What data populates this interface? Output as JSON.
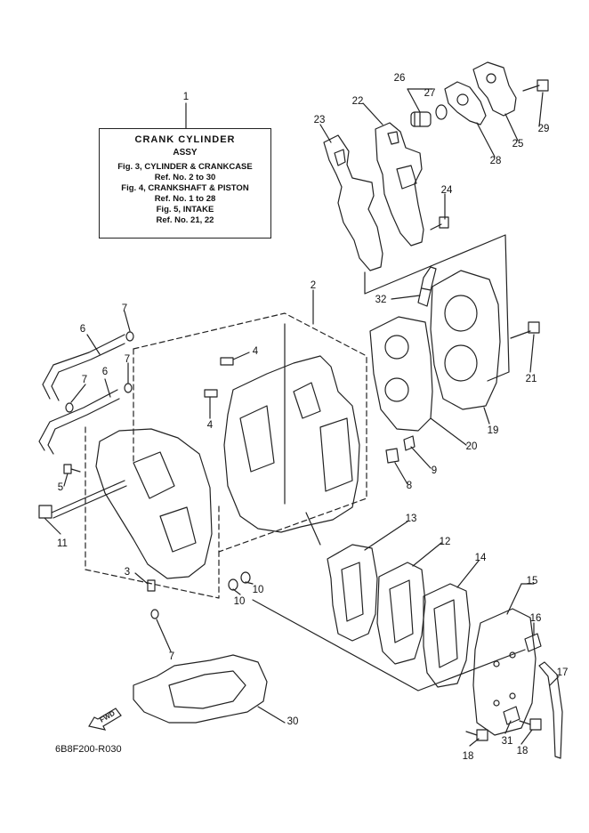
{
  "ref_box": {
    "number": "1",
    "title": "CRANK  CYLINDER",
    "subtitle": "ASSY",
    "lines": [
      "Fig. 3, CYLINDER & CRANKCASE",
      "Ref. No. 2 to 30",
      "Fig. 4, CRANKSHAFT & PISTON",
      "Ref. No. 1 to 28",
      "Fig. 5, INTAKE",
      "Ref. No. 21, 22"
    ]
  },
  "callouts": [
    {
      "id": "c1",
      "label": "1"
    },
    {
      "id": "c2",
      "label": "2"
    },
    {
      "id": "c3",
      "label": "3"
    },
    {
      "id": "c4a",
      "label": "4"
    },
    {
      "id": "c4b",
      "label": "4"
    },
    {
      "id": "c5",
      "label": "5"
    },
    {
      "id": "c6a",
      "label": "6"
    },
    {
      "id": "c6b",
      "label": "6"
    },
    {
      "id": "c7a",
      "label": "7"
    },
    {
      "id": "c7b",
      "label": "7"
    },
    {
      "id": "c7c",
      "label": "7"
    },
    {
      "id": "c7d",
      "label": "7"
    },
    {
      "id": "c8",
      "label": "8"
    },
    {
      "id": "c9",
      "label": "9"
    },
    {
      "id": "c10a",
      "label": "10"
    },
    {
      "id": "c10b",
      "label": "10"
    },
    {
      "id": "c11",
      "label": "11"
    },
    {
      "id": "c12",
      "label": "12"
    },
    {
      "id": "c13",
      "label": "13"
    },
    {
      "id": "c14",
      "label": "14"
    },
    {
      "id": "c15",
      "label": "15"
    },
    {
      "id": "c16",
      "label": "16"
    },
    {
      "id": "c17",
      "label": "17"
    },
    {
      "id": "c18a",
      "label": "18"
    },
    {
      "id": "c18b",
      "label": "18"
    },
    {
      "id": "c19",
      "label": "19"
    },
    {
      "id": "c20",
      "label": "20"
    },
    {
      "id": "c21",
      "label": "21"
    },
    {
      "id": "c22",
      "label": "22"
    },
    {
      "id": "c23",
      "label": "23"
    },
    {
      "id": "c24",
      "label": "24"
    },
    {
      "id": "c25",
      "label": "25"
    },
    {
      "id": "c26",
      "label": "26"
    },
    {
      "id": "c27",
      "label": "27"
    },
    {
      "id": "c28",
      "label": "28"
    },
    {
      "id": "c29",
      "label": "29"
    },
    {
      "id": "c30",
      "label": "30"
    },
    {
      "id": "c31",
      "label": "31"
    },
    {
      "id": "c32",
      "label": "32"
    }
  ],
  "fwd_label": "FWD",
  "figure_code": "6B8F200-R030"
}
